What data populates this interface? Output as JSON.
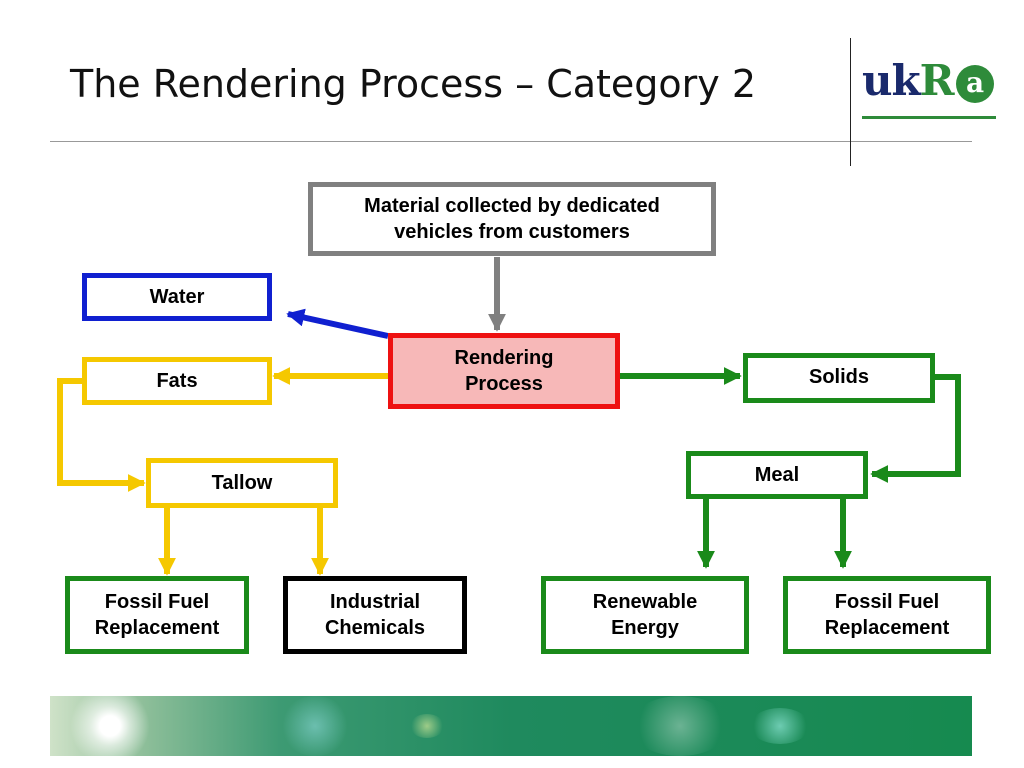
{
  "header": {
    "title": "The Rendering Process – Category 2",
    "logo": {
      "text_uk": "uk",
      "text_r": "R",
      "text_a": "a"
    }
  },
  "diagram": {
    "nodes": {
      "source": "Material collected by dedicated\nvehicles from customers",
      "water": "Water",
      "rendering": "Rendering\nProcess",
      "fats": "Fats",
      "solids": "Solids",
      "tallow": "Tallow",
      "meal": "Meal",
      "fossil_left": "Fossil Fuel\nReplacement",
      "industrial": "Industrial\nChemicals",
      "renewable": "Renewable\nEnergy",
      "fossil_right": "Fossil Fuel\nReplacement"
    },
    "colors": {
      "grey": "#808080",
      "blue": "#1020d0",
      "red": "#ee1111",
      "red_fill": "#f7b8b8",
      "yellow": "#f5c800",
      "green": "#1a8a1a",
      "black": "#000000"
    }
  }
}
